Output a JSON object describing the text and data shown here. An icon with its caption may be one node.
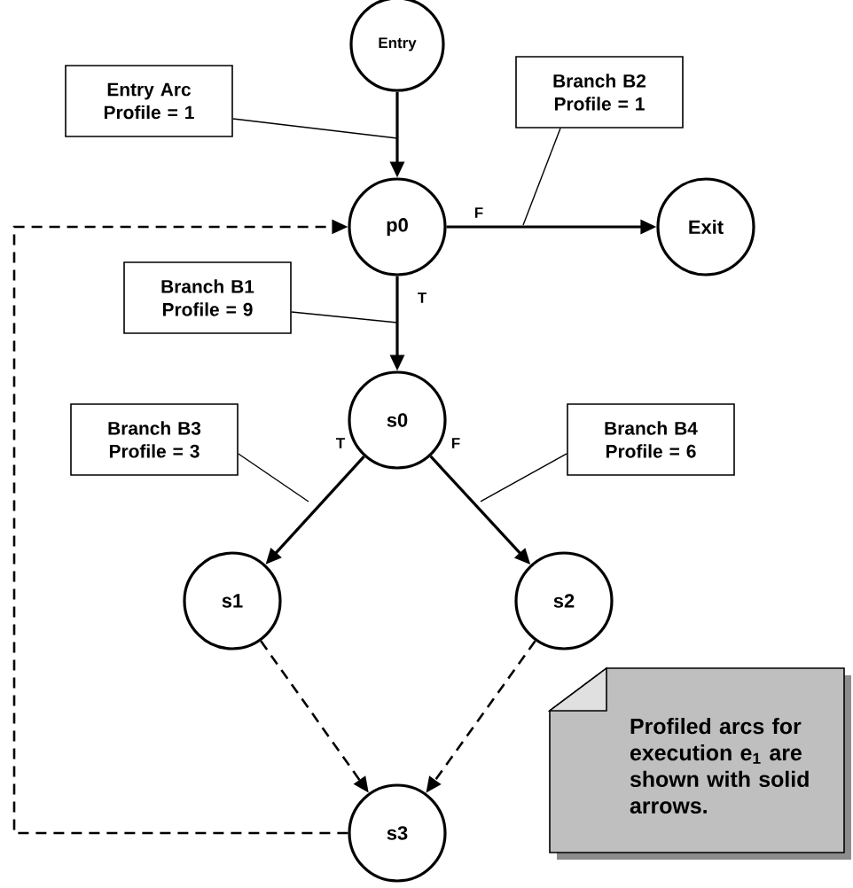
{
  "diagram": {
    "nodes": [
      {
        "text": [
          "Entry"
        ]
      },
      {
        "text": [
          "Entry Arc Profile = 1"
        ]
      },
      {
        "text": [
          "Branch B2 Profile = 1"
        ]
      },
      {
        "text": [
          "p0"
        ]
      },
      {
        "text": [
          "Exit"
        ]
      },
      {
        "text": [
          "Branch B1 Profile = 9"
        ]
      },
      {
        "text": [
          "s0"
        ]
      },
      {
        "text": [
          "Branch B3 Profile = 3"
        ]
      },
      {
        "text": [
          "Branch B4 Profile = 6"
        ]
      },
      {
        "text": [
          "s1"
        ]
      },
      {
        "text": [
          "s2"
        ]
      },
      {
        "text": [
          "Profiled arcs for execution e$_{1}$ are shown with solid arrows."
        ]
      },
      {
        "text": [
          "s3"
        ]
      }
    ],
    "edges": [
      {
        "from": 0,
        "to": 3,
        "arrow": "to"
      },
      {
        "from": 3,
        "to": 4,
        "arrow": "to",
        "label": "F"
      },
      {
        "from": 3,
        "to": 6,
        "arrow": "to",
        "label": "T"
      },
      {
        "from": 6,
        "to": 9,
        "arrow": "to",
        "label": "T"
      },
      {
        "from": 6,
        "to": 10,
        "arrow": "to",
        "label": "F"
      },
      {
        "from": 9,
        "to": 12,
        "arrow": "to",
        "style": "dashed"
      },
      {
        "from": 10,
        "to": 12,
        "arrow": "to",
        "style": "dashed"
      },
      {
        "from": 12,
        "to": 3,
        "arrow": "to",
        "style": "dashed"
      },
      {
        "from": 1,
        "to": null,
        "arrow": "none"
      },
      {
        "from": 2,
        "to": null,
        "arrow": "none"
      },
      {
        "from": 5,
        "to": null,
        "arrow": "none"
      },
      {
        "from": 7,
        "to": null,
        "arrow": "none"
      },
      {
        "from": 8,
        "to": null,
        "arrow": "none"
      }
    ]
  }
}
